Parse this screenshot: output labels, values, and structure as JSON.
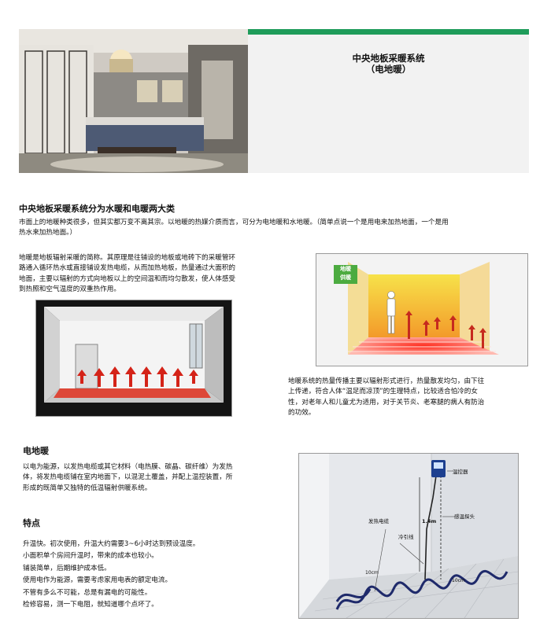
{
  "header": {
    "title_line1": "中央地板采暖系统",
    "title_line2": "（电地暖）",
    "accent_color": "#1f9c5a"
  },
  "section_main": {
    "heading": "中央地板采暖系统分为水暖和电暖两大类",
    "intro_line1": "市面上的地暖种类很多，但其实都万变不离其宗。以地暖的热媒介质而言，可分为电地暖和水地暖。（简单点说一个是用电来加热地面，一个是用",
    "intro_line2": "热水来加热地面。）"
  },
  "principle": {
    "lines": [
      "地暖是地板辐射采暖的简称。其原理是往铺设的地板或地砖下的采暖管环",
      "路通入循环热水或直接铺设发热电缆，从而加热地板，热量通过大面积的",
      "地面，主要以辐射的方式向地板以上的空间温和而均匀散发，使人体感受",
      "到热照和空气温度的双重热作用。"
    ]
  },
  "radiation": {
    "badge_line1": "地暖",
    "badge_line2": "供暖",
    "lines": [
      "地暖系统的热量传播主要以辐射形式进行，热量散发均匀，由下往",
      "上传递，符合人体“温足而凉顶”的生理特点，比较适合怕冷的女",
      "性，对老年人和儿童尤为适用，对于关节炎、老寒腿的病人有防治",
      "的功效。"
    ]
  },
  "electric": {
    "heading": "电地暖",
    "lines": [
      "以电为能源，以发热电缆或其它材料（电热膜、碳晶、碳纤维）为发热",
      "体，将发热电缆铺在室内地面下，以混泥土覆盖，并配上温控装置，所",
      "形成的既简单又独特的低温辐射供暖系统。"
    ]
  },
  "features": {
    "heading": "特点",
    "items": [
      "升温快。初次使用，升温大约需要3~6小时达到预设温度。",
      "小面积单个房间升温时，带来的成本也较小。",
      "铺装简单，后期维护成本低。",
      "使用电作为能源，需要考虑家用电表的额定电流。",
      "不管有多么不可能，总是有漏电的可能性。",
      "检修容易，测一下电阻，就知道哪个点坏了。"
    ]
  },
  "install_diagram": {
    "thermostat": "温控器",
    "heating_cable": "发热电缆",
    "cold_wire": "冷引线",
    "temp_probe": "感温探头",
    "height": "1.4m",
    "gap_left": "10cm",
    "gap_right": "10cm"
  }
}
